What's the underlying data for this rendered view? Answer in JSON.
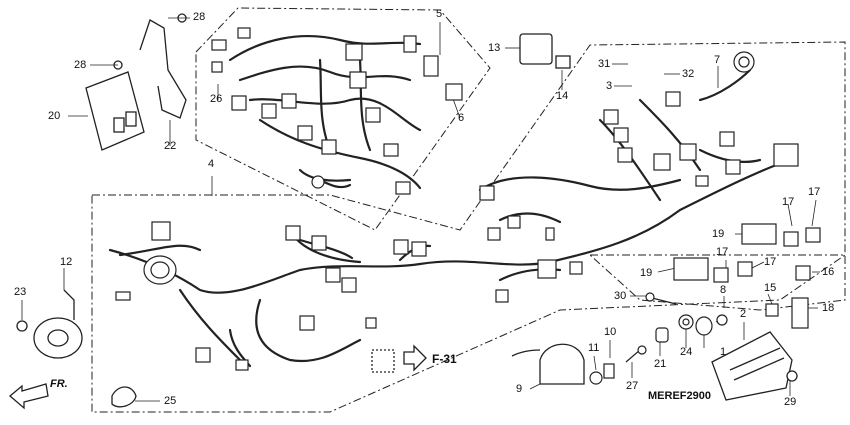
{
  "diagram": {
    "reference_code": "MEREF2900",
    "callout": "F-31",
    "direction_label": "FR.",
    "part_numbers": [
      "1",
      "2",
      "3",
      "4",
      "5",
      "6",
      "7",
      "8",
      "9",
      "10",
      "11",
      "12",
      "13",
      "14",
      "15",
      "16",
      "17",
      "17",
      "17",
      "17",
      "18",
      "19",
      "19",
      "20",
      "21",
      "22",
      "23",
      "24",
      "25",
      "26",
      "27",
      "28",
      "28",
      "29",
      "30",
      "31",
      "32"
    ]
  }
}
